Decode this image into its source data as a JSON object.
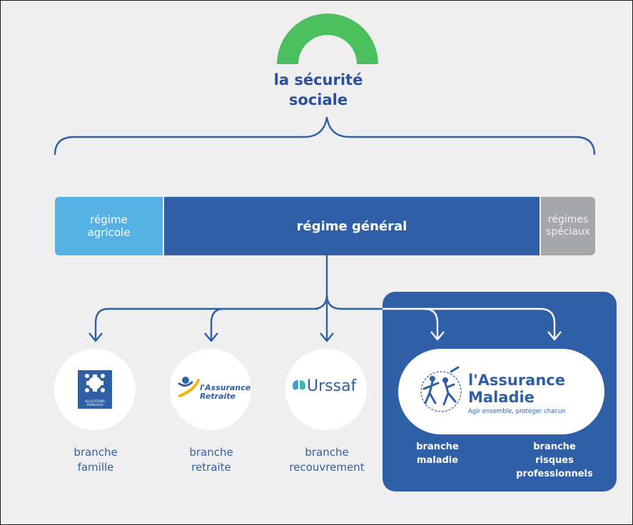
{
  "title": {
    "line1": "la sécurité",
    "line2": "sociale"
  },
  "regimes": {
    "agricole": {
      "line1": "régime",
      "line2": "agricole"
    },
    "general": "régime général",
    "speciaux": {
      "line1": "régimes",
      "line2": "spéciaux"
    }
  },
  "branches": [
    {
      "label_line1": "branche",
      "label_line2": "famille",
      "logo_text": "ALLOCATIONS FAMILIALES"
    },
    {
      "label_line1": "branche",
      "label_line2": "retraite",
      "logo_text_line1": "l'Assurance",
      "logo_text_line2": "Retraite"
    },
    {
      "label_line1": "branche",
      "label_line2": "recouvrement",
      "logo_text": "Urssaf"
    },
    {
      "label_line1": "branche",
      "label_line2": "maladie"
    },
    {
      "label_line1": "branche",
      "label_line2": "risques",
      "label_line3": "professionnels"
    }
  ],
  "assurance_maladie_logo": {
    "line1": "l'Assurance",
    "line2": "Maladie",
    "tagline": "Agir ensemble, protéger chacun"
  },
  "colors": {
    "background": "#efeff0",
    "arc_green": "#4cc05f",
    "title_blue": "#2a4f9e",
    "primary_blue": "#2f5fa6",
    "light_blue": "#55b1e3",
    "grey": "#a6a7ab",
    "connector_blue": "#2f5fa6"
  },
  "icons": {
    "arc": "green-arc-logo",
    "caf": "caf-emblem-icon",
    "retraite": "retraite-figure-icon",
    "urssaf": "urssaf-leaf-icon",
    "maladie": "maladie-figures-icon"
  }
}
